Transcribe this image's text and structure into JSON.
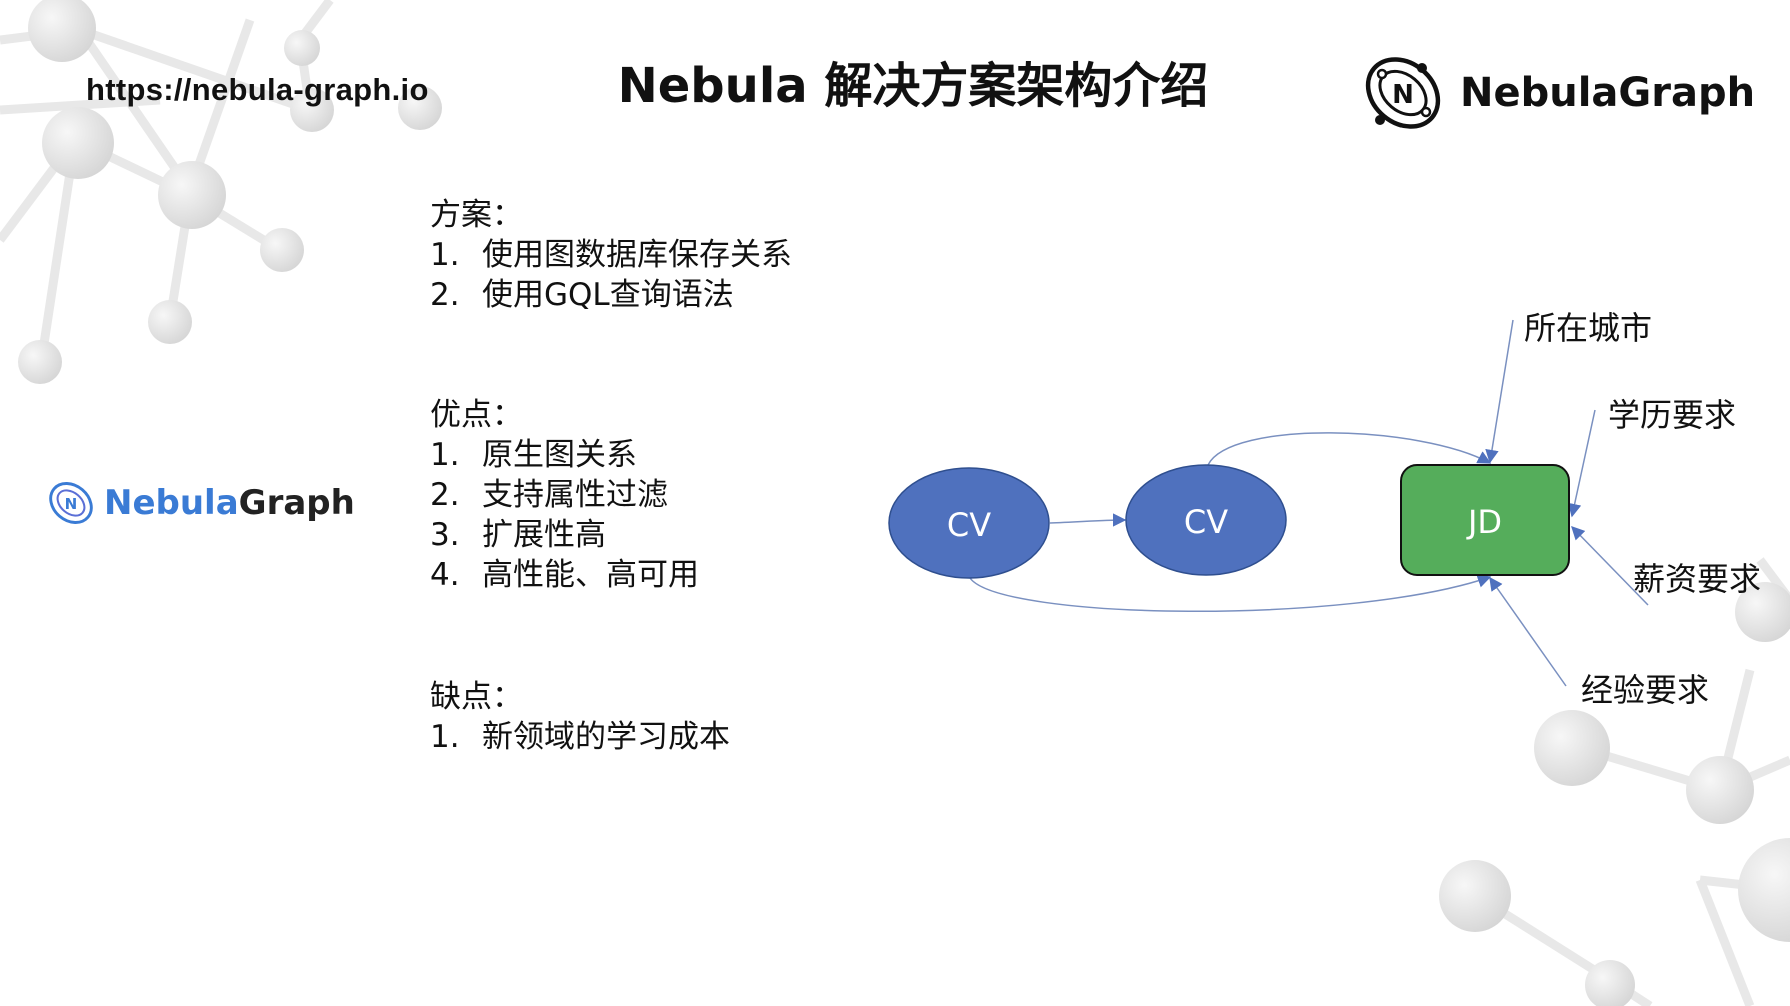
{
  "header": {
    "url": "https://nebula-graph.io",
    "title": "Nebula 解决方案架构介绍",
    "brand": "NebulaGraph",
    "brand_left_part1": "Nebula",
    "brand_left_part2": "Graph"
  },
  "sections": {
    "plan": {
      "heading": "方案：",
      "items": [
        {
          "num": "1.",
          "text": "使用图数据库保存关系"
        },
        {
          "num": "2.",
          "text": "使用GQL查询语法"
        }
      ]
    },
    "pros": {
      "heading": "优点：",
      "items": [
        {
          "num": "1.",
          "text": "原生图关系"
        },
        {
          "num": "2.",
          "text": "支持属性过滤"
        },
        {
          "num": "3.",
          "text": "扩展性高"
        },
        {
          "num": "4.",
          "text": "高性能、高可用"
        }
      ]
    },
    "cons": {
      "heading": "缺点：",
      "items": [
        {
          "num": "1.",
          "text": "新领域的学习成本"
        }
      ]
    }
  },
  "diagram": {
    "nodes": {
      "cv1": "CV",
      "cv2": "CV",
      "jd": "JD"
    },
    "labels": {
      "city": "所在城市",
      "education": "学历要求",
      "salary": "薪资要求",
      "experience": "经验要求"
    },
    "colors": {
      "cv": "#4f71be",
      "jd": "#55ad5b",
      "edge": "#6f87b8"
    }
  }
}
